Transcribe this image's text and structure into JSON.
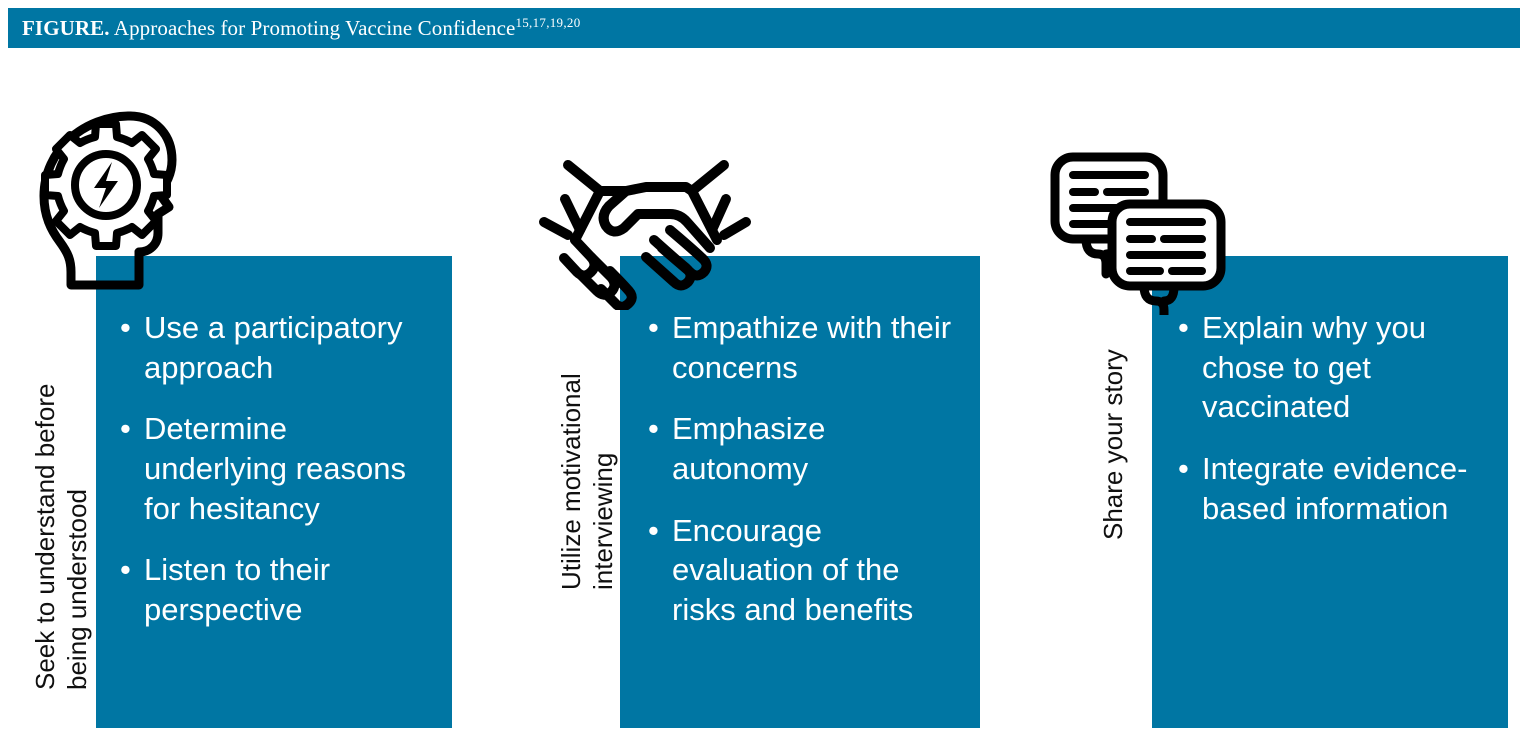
{
  "header": {
    "lead": "FIGURE.",
    "title": " Approaches for Promoting Vaccine Confidence",
    "references": "15,17,19,20"
  },
  "colors": {
    "brand_blue": "#0076A3",
    "panel_text": "#ffffff",
    "label_text": "#101010",
    "page_background": "#ffffff"
  },
  "columns": [
    {
      "icon": "head-gear-lightning-icon",
      "side_label": "Seek to understand before\nbeing understood",
      "bullet_marker": "•",
      "bullets": [
        "Use a participatory approach",
        "Determine underlying reasons for hesitancy",
        "Listen to their perspective"
      ]
    },
    {
      "icon": "handshake-icon",
      "side_label": "Utilize motivational\ninterviewing",
      "bullet_marker": "•",
      "bullets": [
        "Empathize with their concerns",
        "Emphasize autonomy",
        "Encourage evaluation of the risks and benefits"
      ]
    },
    {
      "icon": "speech-bubbles-icon",
      "side_label": "Share your story",
      "bullet_marker": "•",
      "bullets": [
        "Explain why you chose to get vaccinated",
        "Integrate evidence-based information"
      ]
    }
  ]
}
